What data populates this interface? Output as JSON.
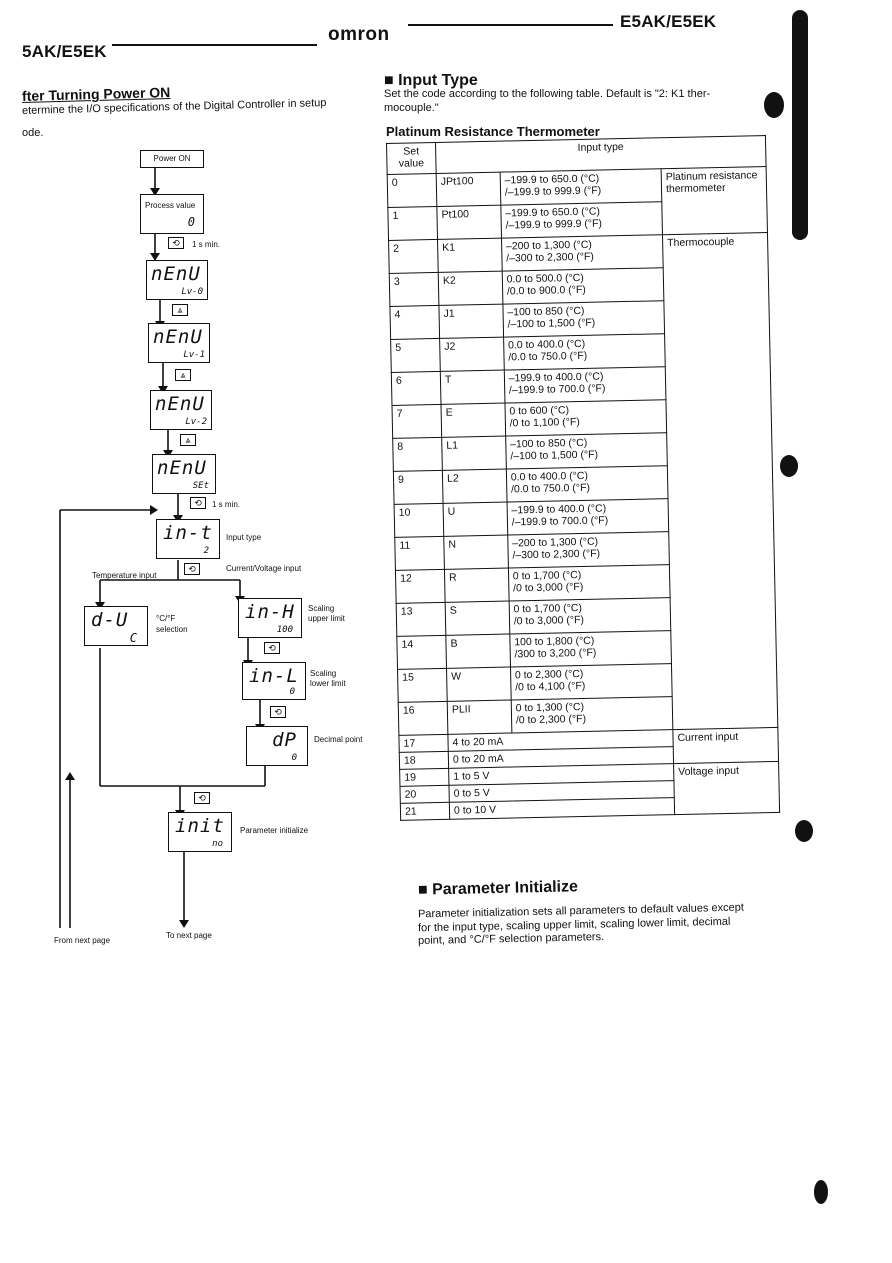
{
  "header": {
    "left_model": "5AK/E5EK",
    "brand": "omron",
    "right_model": "E5AK/E5EK"
  },
  "left_section": {
    "title": "fter Turning Power ON",
    "intro_line1": "etermine the I/O specifications of the Digital Controller in setup",
    "intro_line2": "ode."
  },
  "flowchart": {
    "power_on": "Power ON",
    "process_value_label": "Process value",
    "process_value_digit": "0",
    "hold_1s_a": "1 s min.",
    "menu_main": "nEnU",
    "menu_lv0": "Lv-0",
    "menu_lv1": "Lv-1",
    "menu_lv2": "Lv-2",
    "menu_set": "SEt",
    "hold_1s_b": "1 s min.",
    "in_t_main": "in-t",
    "in_t_sub": "2",
    "input_type_label": "Input type",
    "temp_input_label": "Temperature input",
    "cur_volt_label": "Current/Voltage input",
    "du_main": "d-U",
    "du_sub": "C",
    "cf_label_1": "°C/°F",
    "cf_label_2": "selection",
    "inh_main": "in-H",
    "inh_sub": "100",
    "scal_upper_1": "Scaling",
    "scal_upper_2": "upper limit",
    "inl_main": "in-L",
    "inl_sub": "0",
    "scal_lower_1": "Scaling",
    "scal_lower_2": "lower limit",
    "dp_main": "dP",
    "dp_sub": "0",
    "decimal_label": "Decimal point",
    "init_main": "init",
    "init_sub": "no",
    "param_init_label": "Parameter initialize",
    "from_next": "From next page",
    "to_next": "To next page",
    "mode_key_symbol": "⟲",
    "up_key_symbol": "⩓"
  },
  "input_type_section": {
    "title": "Input Type",
    "desc_line1": "Set the code according to the following table. Default is \"2: K1 ther-",
    "desc_line2": "mocouple.\"",
    "subtitle": "Platinum Resistance Thermometer"
  },
  "table": {
    "header_set_1": "Set",
    "header_set_2": "value",
    "header_type": "Input type",
    "rows": [
      {
        "set": "0",
        "code": "JPt100",
        "r1": "–199.9 to 650.0 (°C)",
        "r2": "/–199.9 to 999.9 (°F)"
      },
      {
        "set": "1",
        "code": "Pt100",
        "r1": "–199.9 to 650.0 (°C)",
        "r2": "/–199.9 to 999.9 (°F)"
      },
      {
        "set": "2",
        "code": "K1",
        "r1": "–200 to 1,300 (°C)",
        "r2": "/–300 to 2,300 (°F)"
      },
      {
        "set": "3",
        "code": "K2",
        "r1": "0.0 to 500.0 (°C)",
        "r2": "/0.0 to 900.0 (°F)"
      },
      {
        "set": "4",
        "code": "J1",
        "r1": "–100 to 850 (°C)",
        "r2": "/–100 to 1,500 (°F)"
      },
      {
        "set": "5",
        "code": "J2",
        "r1": "0.0 to 400.0 (°C)",
        "r2": "/0.0 to 750.0 (°F)"
      },
      {
        "set": "6",
        "code": "T",
        "r1": "–199.9 to 400.0 (°C)",
        "r2": "/–199.9 to 700.0 (°F)"
      },
      {
        "set": "7",
        "code": "E",
        "r1": "0 to 600 (°C)",
        "r2": "/0 to 1,100 (°F)"
      },
      {
        "set": "8",
        "code": "L1",
        "r1": "–100 to 850 (°C)",
        "r2": "/–100 to 1,500 (°F)"
      },
      {
        "set": "9",
        "code": "L2",
        "r1": "0.0 to 400.0 (°C)",
        "r2": "/0.0 to 750.0 (°F)"
      },
      {
        "set": "10",
        "code": "U",
        "r1": "–199.9 to 400.0 (°C)",
        "r2": "/–199.9 to 700.0 (°F)"
      },
      {
        "set": "11",
        "code": "N",
        "r1": "–200 to 1,300 (°C)",
        "r2": "/–300 to 2,300 (°F)"
      },
      {
        "set": "12",
        "code": "R",
        "r1": "0 to 1,700 (°C)",
        "r2": "/0 to 3,000 (°F)"
      },
      {
        "set": "13",
        "code": "S",
        "r1": "0 to 1,700 (°C)",
        "r2": "/0 to 3,000 (°F)"
      },
      {
        "set": "14",
        "code": "B",
        "r1": "100 to 1,800 (°C)",
        "r2": "/300 to 3,200 (°F)"
      },
      {
        "set": "15",
        "code": "W",
        "r1": "0 to 2,300 (°C)",
        "r2": "/0 to 4,100 (°F)"
      },
      {
        "set": "16",
        "code": "PLII",
        "r1": "0 to 1,300 (°C)",
        "r2": "/0 to 2,300 (°F)"
      }
    ],
    "simple_rows": [
      {
        "set": "17",
        "type": "4 to 20 mA"
      },
      {
        "set": "18",
        "type": "0 to 20 mA"
      },
      {
        "set": "19",
        "type": "1 to 5 V"
      },
      {
        "set": "20",
        "type": "0 to 5 V"
      },
      {
        "set": "21",
        "type": "0 to 10 V"
      }
    ],
    "cat_platinum": "Platinum resistance thermometer",
    "cat_thermocouple": "Thermocouple",
    "cat_current": "Current input",
    "cat_voltage": "Voltage input"
  },
  "param_init_section": {
    "title": "Parameter Initialize",
    "line1": "Parameter initialization sets all parameters to default values except",
    "line2": "for the input type, scaling upper limit, scaling lower limit, decimal",
    "line3": "point, and °C/°F selection parameters."
  }
}
